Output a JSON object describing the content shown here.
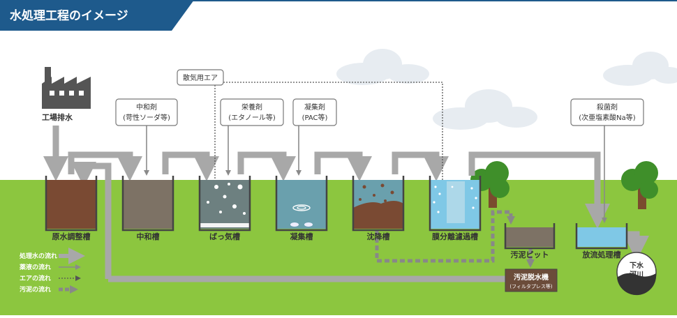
{
  "header": {
    "title": "水処理工程のイメージ"
  },
  "source": {
    "label": "工場排水"
  },
  "additives": {
    "aeration_air": "散気用エア",
    "neutralizer": [
      "中和剤",
      "(苛性ソーダ等)"
    ],
    "nutrient": [
      "栄養剤",
      "(エタノール等)"
    ],
    "coagulant": [
      "凝集剤",
      "(PAC等)"
    ],
    "disinfectant": [
      "殺菌剤",
      "(次亜塩素酸Na等)"
    ]
  },
  "tanks": [
    {
      "label": "原水調整槽"
    },
    {
      "label": "中和槽"
    },
    {
      "label": "ばっ気槽"
    },
    {
      "label": "凝集槽"
    },
    {
      "label": "沈降槽"
    },
    {
      "label": "膜分離濾過槽"
    },
    {
      "label": "汚泥ピット"
    },
    {
      "label": "放流処理槽"
    }
  ],
  "dewatering": {
    "name": "汚泥脱水機",
    "note": "(フィルタプレス等)"
  },
  "river": {
    "line1": "下水",
    "line2": "河川"
  },
  "legend": [
    {
      "label": "処理水の流れ",
      "style": "thick-gray"
    },
    {
      "label": "薬液の流れ",
      "style": "thin-gray"
    },
    {
      "label": "エアの流れ",
      "style": "dotted"
    },
    {
      "label": "汚泥の流れ",
      "style": "dashed"
    }
  ],
  "colors": {
    "header_bg": "#1e5a8c",
    "pipe": "#a8a8a8",
    "grass": "#8cc63f",
    "tank_brown": "#7a4a33",
    "tank_taupe": "#7d7265",
    "tank_gray": "#6d8080",
    "tank_teal": "#6aa0ad",
    "tank_blue": "#7fc8e6",
    "sludge": "#6b4c3a"
  }
}
